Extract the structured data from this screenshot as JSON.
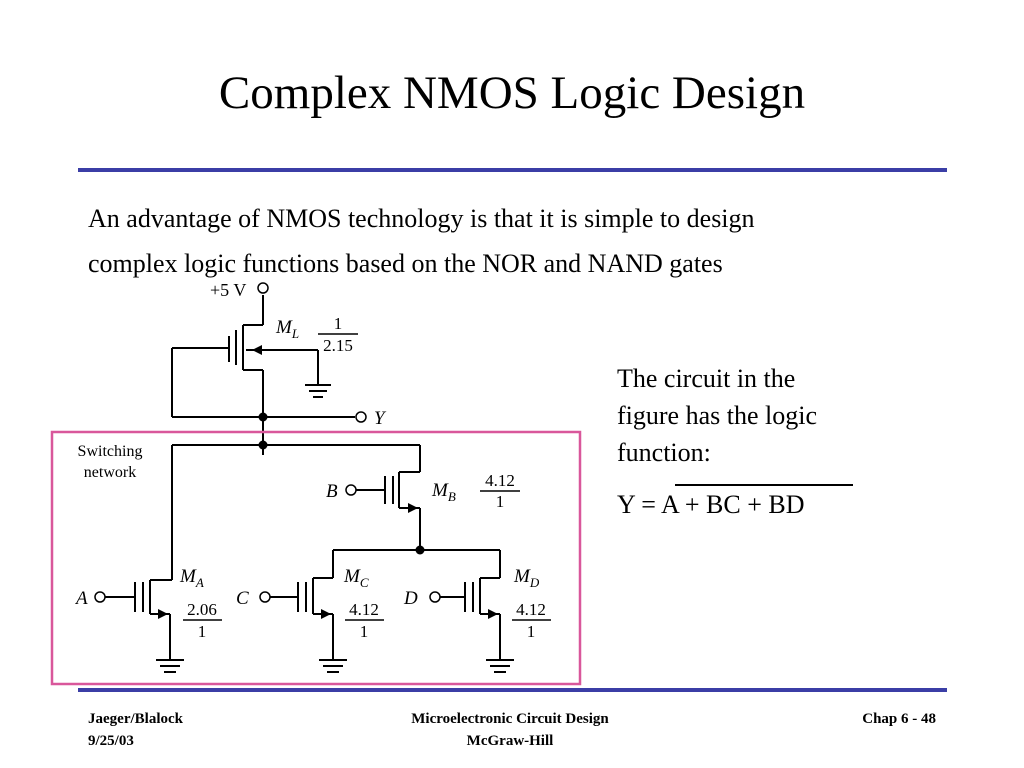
{
  "slide": {
    "title": "Complex NMOS Logic Design",
    "intro_line1": "An advantage of NMOS technology is that it is simple to design",
    "intro_line2": "complex logic functions based on the NOR and NAND gates",
    "side_line1": "The circuit in the",
    "side_line2": "figure has the logic",
    "side_line3": "function:",
    "equation": "Y = A + BC + BD"
  },
  "circuit": {
    "supply": "+5 V",
    "output": "Y",
    "network_label_1": "Switching",
    "network_label_2": "network",
    "load": {
      "name": "M",
      "sub": "L",
      "ratio_top": "1",
      "ratio_bottom": "2.15"
    },
    "mb": {
      "input": "B",
      "name": "M",
      "sub": "B",
      "ratio_top": "4.12",
      "ratio_bottom": "1"
    },
    "ma": {
      "input": "A",
      "name": "M",
      "sub": "A",
      "ratio_top": "2.06",
      "ratio_bottom": "1"
    },
    "mc": {
      "input": "C",
      "name": "M",
      "sub": "C",
      "ratio_top": "4.12",
      "ratio_bottom": "1"
    },
    "md": {
      "input": "D",
      "name": "M",
      "sub": "D",
      "ratio_top": "4.12",
      "ratio_bottom": "1"
    },
    "colors": {
      "network_box": "#d9579b",
      "wire": "#000000"
    }
  },
  "footer": {
    "left_1": "Jaeger/Blalock",
    "left_2": "9/25/03",
    "center_1": "Microelectronic Circuit Design",
    "center_2": "McGraw-Hill",
    "right_1": "Chap 6 - 48"
  }
}
